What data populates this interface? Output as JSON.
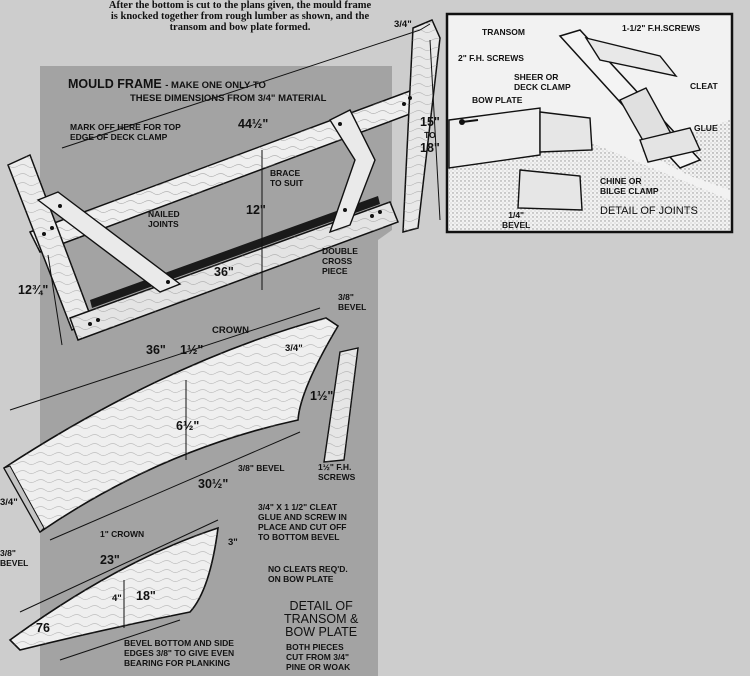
{
  "caption": [
    "After the bottom is cut to the plans given, the mould frame",
    "is knocked together from rough lumber as shown, and the",
    "transom and bow plate formed."
  ],
  "mould_frame": {
    "title": "MOULD FRAME",
    "title_note": "- MAKE ONE ONLY TO",
    "title_note2": "THESE DIMENSIONS FROM 3/4\" MATERIAL",
    "mark_off": [
      "MARK OFF HERE FOR TOP",
      "EDGE OF DECK CLAMP"
    ],
    "top_length": "44½\"",
    "brace": [
      "BRACE",
      "TO SUIT"
    ],
    "nailed_joints": [
      "NAILED",
      "JOINTS"
    ],
    "height": "12\"",
    "bottom_length": "36\"",
    "double_cross": [
      "DOUBLE",
      "CROSS",
      "PIECE"
    ],
    "left_height": "12¾\"",
    "post_thickness": "3/4\"",
    "post_height": [
      "15\"",
      "TO",
      "18\""
    ]
  },
  "transom": {
    "bevel_top": [
      "3/8\"",
      "BEVEL"
    ],
    "crown": "CROWN",
    "width_top": "36\"",
    "crown_depth": "1½\"",
    "edge_thick": "3/4\"",
    "height": "6½\"",
    "cleat_len": "1½\"",
    "bevel_bottom": "3/8\" BEVEL",
    "bottom_width": "30½\"",
    "screws": [
      "1½\" F.H.",
      "SCREWS"
    ],
    "cleat_note": [
      "3/4\" X 1 1/2\" CLEAT",
      "GLUE AND SCREW IN",
      "PLACE AND CUT OFF",
      "TO BOTTOM BEVEL"
    ],
    "left_thick": "3/4\"",
    "left_bevel": [
      "3/8\"",
      "BEVEL"
    ]
  },
  "bow_plate": {
    "crown": "1\" CROWN",
    "top_width": "23\"",
    "depth_right": "3\"",
    "depth_mid": "4\"",
    "mid_width": "18\"",
    "angle": "76",
    "no_cleats": [
      "NO CLEATS REQ'D.",
      "ON BOW PLATE"
    ],
    "detail_title": [
      "DETAIL OF",
      "TRANSOM &",
      "BOW PLATE"
    ],
    "detail_note": [
      "BOTH PIECES",
      "CUT FROM 3/4\"",
      "PINE OR WOAK"
    ],
    "bevel_note": [
      "BEVEL BOTTOM AND SIDE",
      "EDGES 3/8\" TO GIVE EVEN",
      "BEARING FOR PLANKING"
    ]
  },
  "joints": {
    "transom": "TRANSOM",
    "fh_screws_top": "1-1/2\" F.H.SCREWS",
    "fh_screws": "2\" F.H. SCREWS",
    "sheer": [
      "SHEER OR",
      "DECK CLAMP"
    ],
    "cleat": "CLEAT",
    "bow_plate": "BOW PLATE",
    "glue": "GLUE",
    "chine": [
      "CHINE OR",
      "BILGE CLAMP"
    ],
    "title": "DETAIL OF JOINTS",
    "bevel": [
      "1/4\"",
      "BEVEL"
    ]
  }
}
